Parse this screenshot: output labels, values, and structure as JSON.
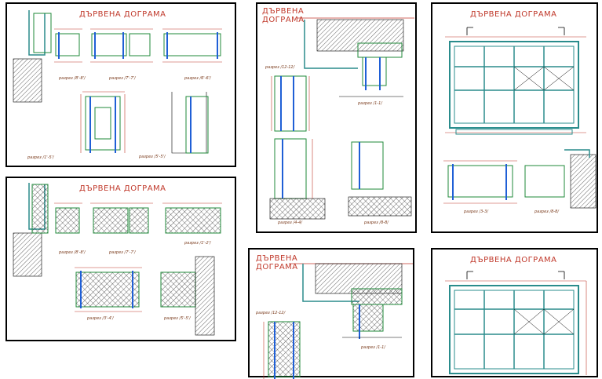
{
  "sheets": [
    {
      "title": "ДЪРВЕНА  ДОГРАМА",
      "labels": [
        "разрез  /8'-8'/",
        "разрез  /7'-7'/",
        "разрез  /6'-6'/",
        "разрез  /1'-5'/",
        "разрез  /5'-5'/"
      ]
    },
    {
      "title": "ДЪРВЕНА  ДОГРАМА",
      "labels": [
        "разрез  /8'-8'/",
        "разрез  /7'-7'/",
        "разрез  /1'-2'/",
        "разрез  /3'-4'/",
        "разрез  /5'-5'/"
      ]
    },
    {
      "title_lines": [
        "ДЪРВЕНА",
        "ДОГРАМА"
      ],
      "labels": [
        "разрез  /12-12/",
        "разрез  /1-1/",
        "разрез  /4-4/",
        "разрез  /8-8/"
      ]
    },
    {
      "title_lines": [
        "ДЪРВЕНА",
        "ДОГРАМА"
      ],
      "labels": [
        "разрез  /12-12/",
        "разрез  /1-1/"
      ]
    },
    {
      "title": "ДЪРВЕНА  ДОГРАМА",
      "labels": [
        "разрез  /3-3/",
        "разрез  /8-8/"
      ]
    },
    {
      "title": "ДЪРВЕНА  ДОГРАМА",
      "labels": []
    }
  ],
  "colors": {
    "frame": "#1f8a3a",
    "glass": "#1f5fd6",
    "dim": "#c0392b",
    "hatch": "#000000",
    "wall": "#2a8c8c"
  }
}
